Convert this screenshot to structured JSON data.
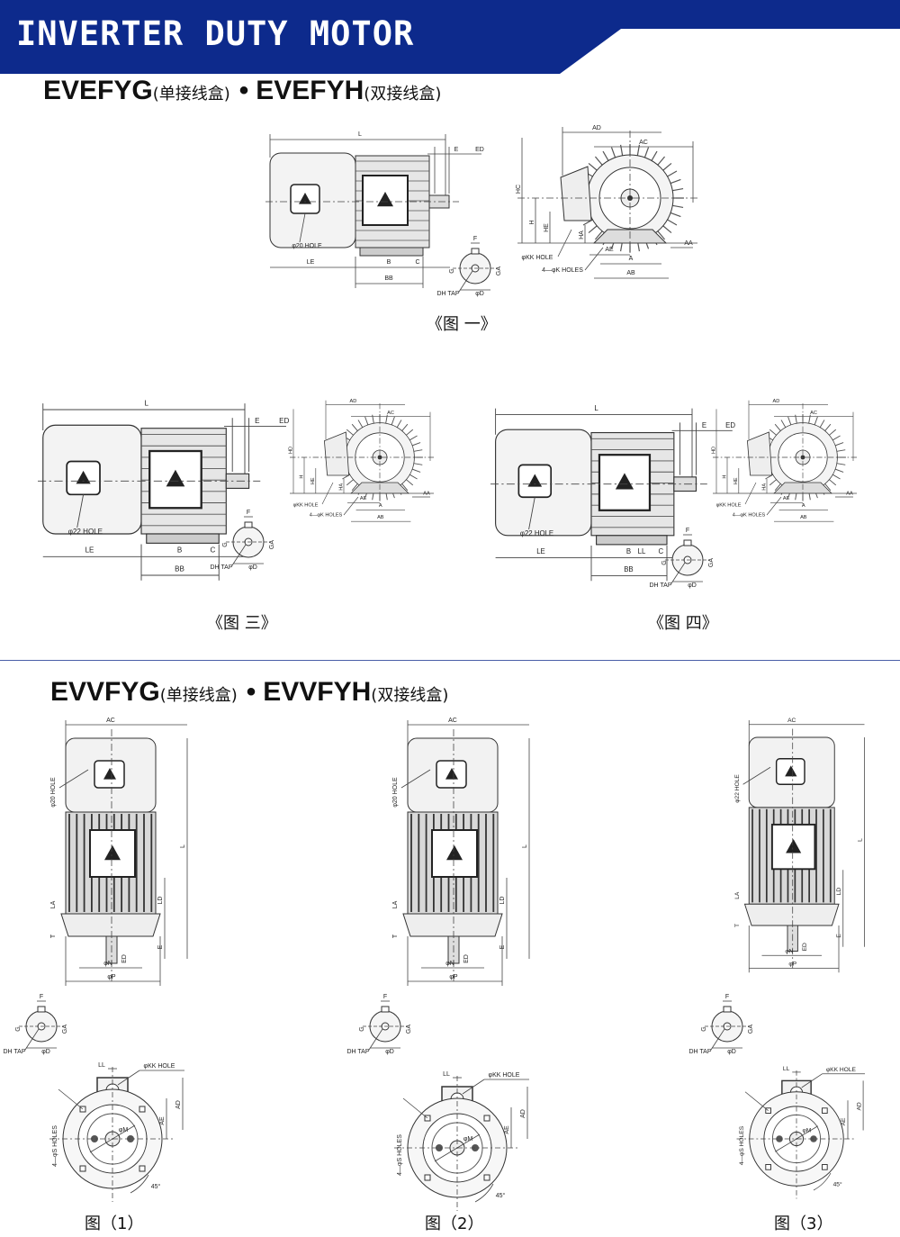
{
  "header": {
    "title": "INVERTER DUTY MOTOR",
    "band_color": "#0d2a8c"
  },
  "section1": {
    "model_a": "EVEFYG",
    "note_a": "(单接线盒)",
    "sep": "•",
    "model_b": "EVEFYH",
    "note_b": "(双接线盒)"
  },
  "section2": {
    "model_a": "EVVFYG",
    "note_a": "(单接线盒)",
    "sep": "•",
    "model_b": "EVVFYH",
    "note_b": "(双接线盒)"
  },
  "fig1": {
    "caption": "《图 一》",
    "side": {
      "L": "L",
      "E": "E",
      "ED": "ED",
      "hole": "φ20 HOLE",
      "LE": "LE",
      "B": "B",
      "C": "C",
      "BB": "BB"
    },
    "shaft": {
      "F": "F",
      "G": "G",
      "GA": "GA",
      "DH": "DH TAP",
      "D": "φD"
    },
    "front": {
      "AD": "AD",
      "AC": "AC",
      "HC": "HC",
      "H": "H",
      "HE": "HE",
      "HA": "HA",
      "AE": "AE",
      "AA": "AA",
      "KK": "φKK HOLE",
      "K": "4—φK HOLES",
      "A": "A",
      "AB": "AB"
    }
  },
  "fig3": {
    "caption": "《图 三》",
    "side": {
      "L": "L",
      "E": "E",
      "ED": "ED",
      "hole": "φ22 HOLE",
      "LE": "LE",
      "B": "B",
      "C": "C",
      "BB": "BB"
    },
    "shaft": {
      "F": "F",
      "G": "G",
      "GA": "GA",
      "DH": "DH TAP",
      "D": "φD"
    },
    "front": {
      "AD": "AD",
      "AC": "AC",
      "HC": "HD",
      "H": "H",
      "HE": "HE",
      "HA": "HA",
      "AE": "AE",
      "AA": "AA",
      "KK": "φKK HOLE",
      "K": "4—φK HOLES",
      "A": "A",
      "AB": "AB"
    }
  },
  "fig4": {
    "caption": "《图 四》",
    "side": {
      "L": "L",
      "E": "E",
      "ED": "ED",
      "hole": "φ22 HOLE",
      "LE": "LE",
      "B": "B",
      "C": "C",
      "BB": "BB",
      "LL": "LL"
    },
    "shaft": {
      "F": "F",
      "G": "G",
      "GA": "GA",
      "DH": "DH TAP",
      "D": "φD"
    },
    "front": {
      "AD": "AD",
      "AC": "AC",
      "HC": "HD",
      "H": "H",
      "HE": "HE",
      "HA": "HA",
      "AE": "AE",
      "AA": "AA",
      "KK": "φKK HOLE",
      "K": "4—φK HOLES",
      "A": "A",
      "AB": "AB"
    }
  },
  "vfig1": {
    "caption": "图（1）",
    "vertical": {
      "AC": "AC",
      "hole": "φ20 HOLE",
      "L": "L",
      "LA": "LA",
      "LD": "LD",
      "T": "T",
      "E": "E",
      "ED": "ED",
      "N": "φN",
      "P": "φP"
    },
    "shaft": {
      "DH": "DH TAP",
      "G": "G",
      "D": "φD",
      "GA": "GA",
      "F": "F"
    },
    "flange": {
      "LL": "LL",
      "KK": "φKK HOLE",
      "AE": "AE",
      "AD": "AD",
      "S": "4—φS HOLES",
      "M": "φM",
      "angle": "45°"
    }
  },
  "vfig2": {
    "caption": "图（2）",
    "vertical": {
      "AC": "AC",
      "hole": "φ20 HOLE",
      "L": "L",
      "LA": "LA",
      "LD": "LD",
      "T": "T",
      "E": "E",
      "ED": "ED",
      "N": "φN",
      "P": "φP"
    },
    "shaft": {
      "DH": "DH TAP",
      "G": "G",
      "D": "φD",
      "GA": "GA",
      "F": "F"
    },
    "flange": {
      "LL": "LL",
      "KK": "φKK HOLE",
      "AE": "AE",
      "AD": "AD",
      "S": "4—φS HOLES",
      "M": "φM",
      "angle": "45°"
    }
  },
  "vfig3": {
    "caption": "图（3）",
    "vertical": {
      "AC": "AC",
      "hole": "φ22 HOLE",
      "L": "L",
      "LA": "LA",
      "LD": "LD",
      "T": "T",
      "E": "E",
      "ED": "ED",
      "N": "φN",
      "P": "φP"
    },
    "shaft": {
      "DH": "DH TAP",
      "G": "G",
      "D": "φD",
      "GA": "GA",
      "F": "F"
    },
    "flange": {
      "LL": "LL",
      "KK": "φKK HOLE",
      "AE": "AE",
      "AD": "AD",
      "S": "4—φS HOLES",
      "M": "φM",
      "angle": "45°"
    }
  }
}
